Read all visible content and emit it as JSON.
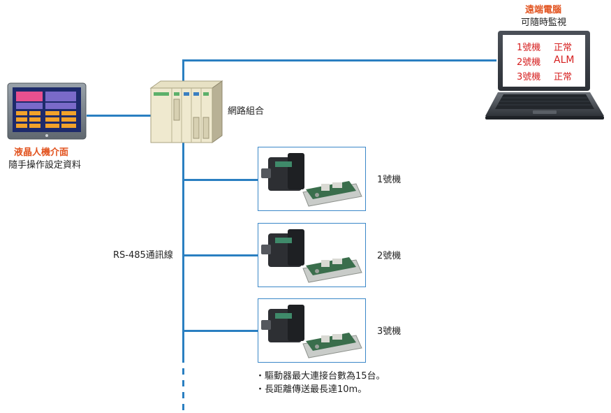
{
  "hmi": {
    "title": "液晶人機介面",
    "subtitle": "隨手操作設定資料"
  },
  "plc": {
    "label": "網路組合"
  },
  "pc": {
    "title": "遠端電腦",
    "subtitle": "可隨時監視",
    "screen_rows": [
      {
        "unit": "1號機",
        "status": "正常"
      },
      {
        "unit": "2號機",
        "status": "ALM"
      },
      {
        "unit": "3號機",
        "status": "正常"
      }
    ]
  },
  "bus": {
    "label": "RS-485通訊線"
  },
  "units": [
    {
      "label": "1號機"
    },
    {
      "label": "2號機"
    },
    {
      "label": "3號機"
    }
  ],
  "notes": [
    "・驅動器最大連接台數為15台。",
    "・長距離傳送最長達10m。"
  ],
  "colors": {
    "line": "#2a7fc1",
    "accent_orange": "#e2531f",
    "alert_red": "#d62020"
  }
}
